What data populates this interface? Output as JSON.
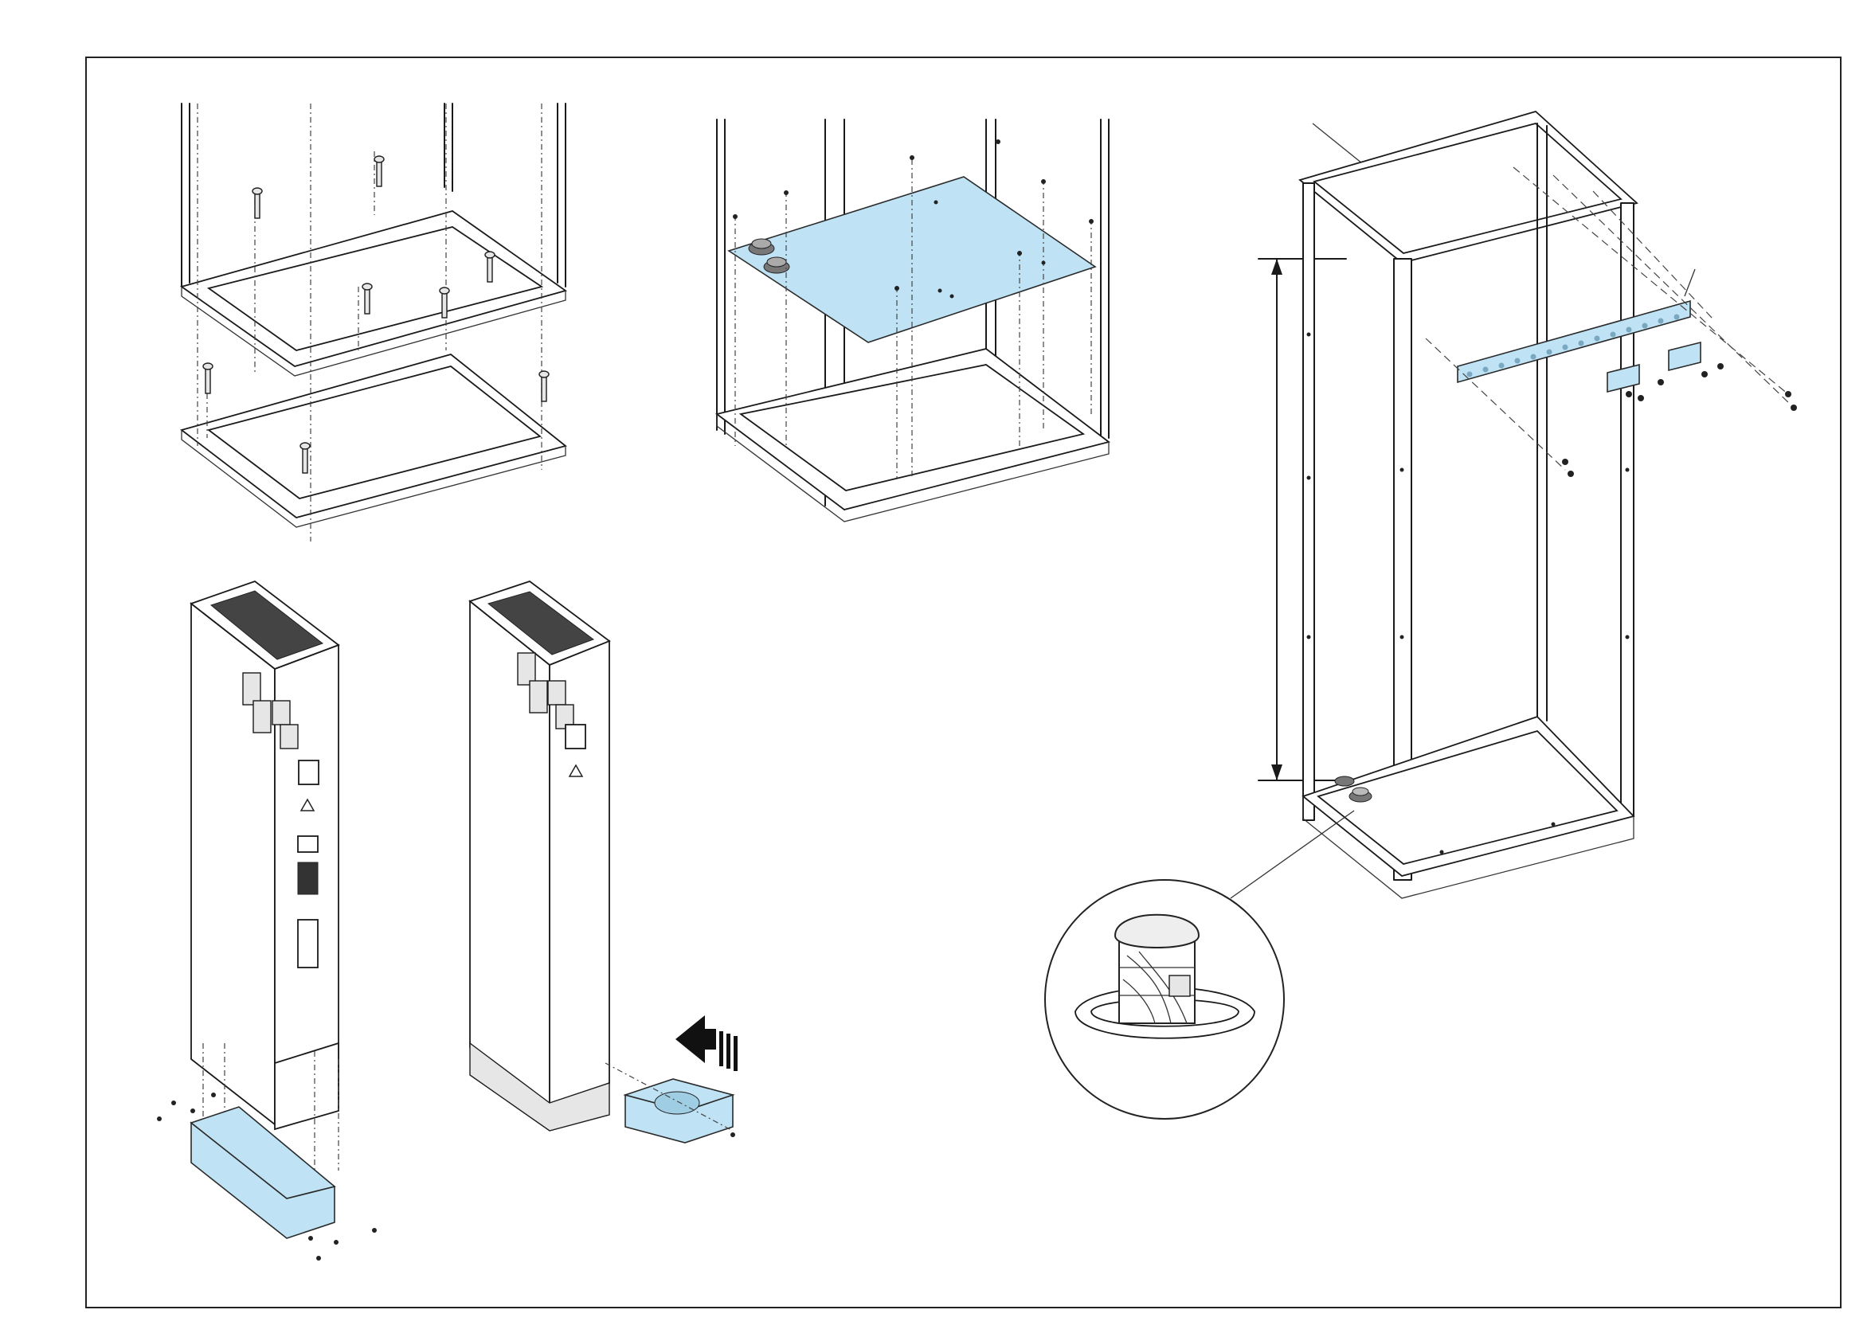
{
  "colors": {
    "highlight_part": "#bfe3f5",
    "line": "#1a1a1a",
    "background": "#ffffff"
  },
  "figures": [
    {
      "id": "plinth-frame-assembly",
      "icon": "exploded-base-frame"
    },
    {
      "id": "gland-plate-installation",
      "icon": "exploded-bottom-plate"
    },
    {
      "id": "cabinet-frame-with-rail",
      "icon": "cabinet-frame"
    },
    {
      "id": "drive-module-pedestal",
      "icon": "drive-module"
    },
    {
      "id": "drive-module-fan-insert",
      "icon": "drive-module-fan"
    },
    {
      "id": "leveling-foot-detail",
      "icon": "magnified-detail"
    }
  ]
}
